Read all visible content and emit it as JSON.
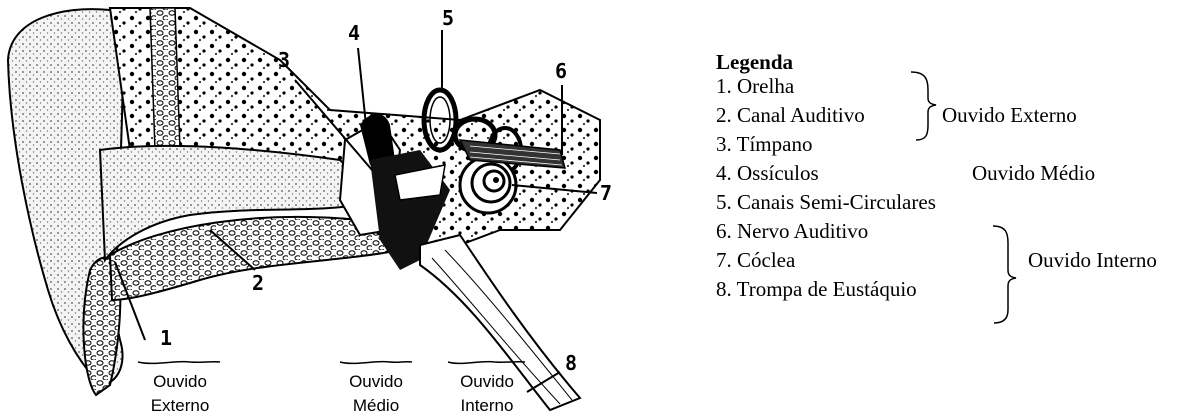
{
  "diagram": {
    "labels": [
      "1",
      "2",
      "3",
      "4",
      "5",
      "6",
      "7",
      "8"
    ],
    "regions": {
      "externo": [
        "Ouvido",
        "Externo"
      ],
      "medio": [
        "Ouvido",
        "Médio"
      ],
      "interno": [
        "Ouvido",
        "Interno"
      ]
    }
  },
  "legend": {
    "title": "Legenda",
    "items": [
      "1. Orelha",
      "2. Canal Auditivo",
      "3. Tímpano",
      "4. Ossículos",
      "5. Canais Semi-Circulares",
      "6. Nervo Auditivo",
      "7. Cóclea",
      "8. Trompa de Eustáquio"
    ],
    "groups": {
      "externo": "Ouvido Externo",
      "medio": "Ouvido Médio",
      "interno": "Ouvido Interno"
    }
  }
}
